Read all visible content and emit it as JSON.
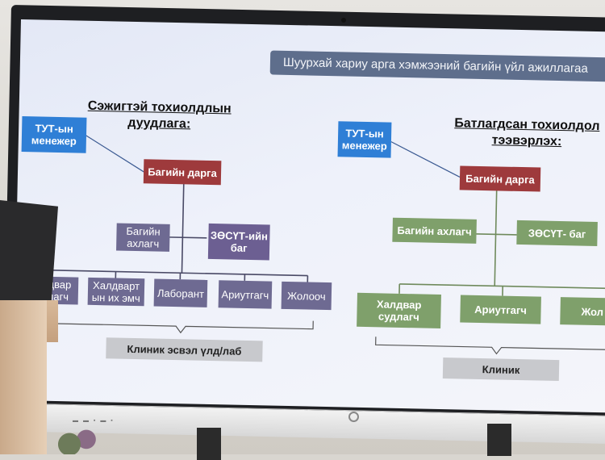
{
  "slide": {
    "banner": "Шуурхай хариу арга хэмжээний багийн үйл ажиллагаа",
    "left": {
      "heading_line1": "Сэжигтэй тохиолдлын",
      "heading_line2": "дуудлага:",
      "manager": "ТУТ-ын менежер",
      "team_lead": "Багийн дарга",
      "assistant": "Багийн ахлагч",
      "zosut": "ЗӨСҮТ-ийн баг",
      "members": [
        "Халдвар судлагч",
        "Халдварт ын их эмч",
        "Лаборант",
        "Ариутгагч",
        "Жолооч"
      ],
      "footer": "Клиник эсвэл үлд/лаб"
    },
    "right": {
      "heading_line1": "Батлагдсан тохиолдол",
      "heading_line2": "тээвэрлэх:",
      "manager": "ТУТ-ын менежер",
      "team_lead": "Багийн дарга",
      "assistant": "Багийн ахлагч",
      "zosut": "ЗӨСҮТ- баг",
      "members": [
        "Халдвар судлагч",
        "Ариутгагч",
        "Жол"
      ],
      "footer": "Клиник"
    }
  },
  "colors": {
    "manager": "#2f7fd6",
    "team_lead": "#9e3a3c",
    "left_sub": "#6c5f92",
    "right_sub": "#7fa06b",
    "footer": "#c8c9cd",
    "banner": "#5e6e8c"
  }
}
